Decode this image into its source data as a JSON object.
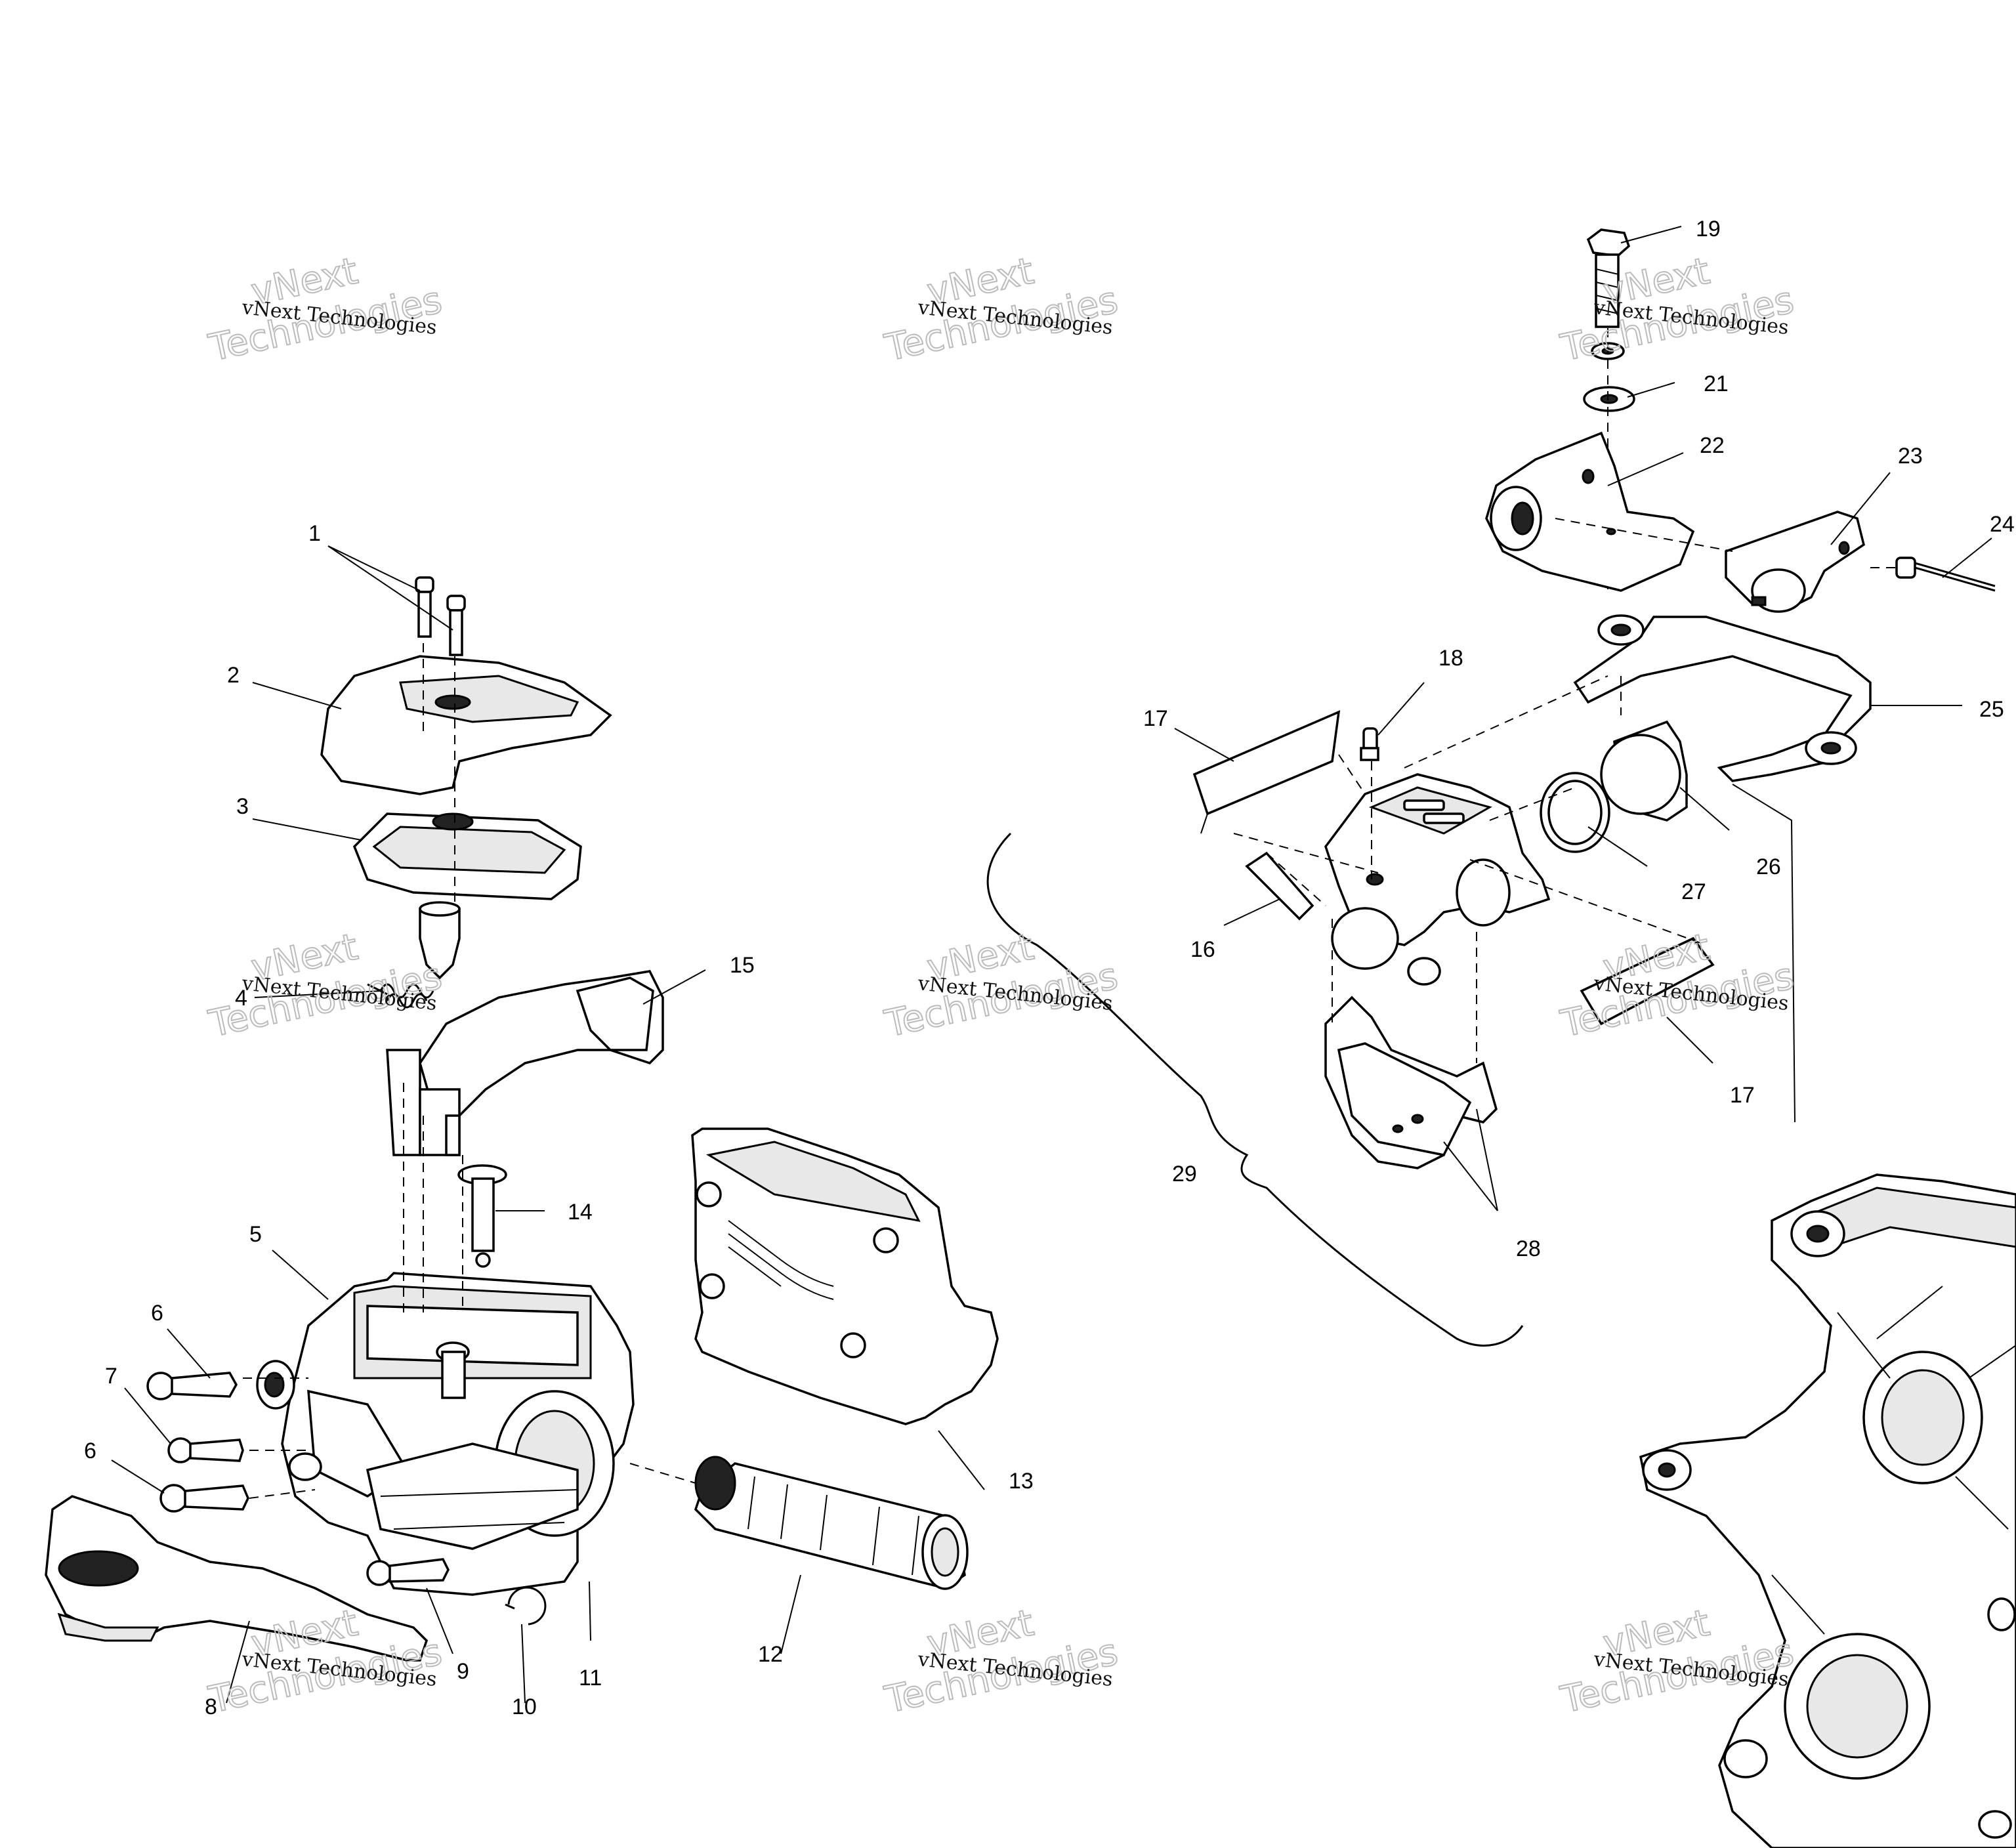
{
  "callouts": [
    {
      "id": "c1",
      "label": "1"
    },
    {
      "id": "c2",
      "label": "2"
    },
    {
      "id": "c3",
      "label": "3"
    },
    {
      "id": "c4",
      "label": "4"
    },
    {
      "id": "c5",
      "label": "5"
    },
    {
      "id": "c6a",
      "label": "6"
    },
    {
      "id": "c7",
      "label": "7"
    },
    {
      "id": "c6b",
      "label": "6"
    },
    {
      "id": "c8",
      "label": "8"
    },
    {
      "id": "c9",
      "label": "9"
    },
    {
      "id": "c10",
      "label": "10"
    },
    {
      "id": "c11",
      "label": "11"
    },
    {
      "id": "c12",
      "label": "12"
    },
    {
      "id": "c13",
      "label": "13"
    },
    {
      "id": "c14",
      "label": "14"
    },
    {
      "id": "c15",
      "label": "15"
    },
    {
      "id": "c16",
      "label": "16"
    },
    {
      "id": "c17a",
      "label": "17"
    },
    {
      "id": "c17b",
      "label": "17"
    },
    {
      "id": "c18",
      "label": "18"
    },
    {
      "id": "c19",
      "label": "19"
    },
    {
      "id": "c21",
      "label": "21"
    },
    {
      "id": "c22",
      "label": "22"
    },
    {
      "id": "c23",
      "label": "23"
    },
    {
      "id": "c24",
      "label": "24"
    },
    {
      "id": "c25",
      "label": "25"
    },
    {
      "id": "c26",
      "label": "26"
    },
    {
      "id": "c27",
      "label": "27"
    },
    {
      "id": "c28",
      "label": "28"
    },
    {
      "id": "c29",
      "label": "29"
    }
  ],
  "watermark": {
    "line1": "vNext",
    "line2": "vNext Technologies",
    "line3": "Technologies"
  }
}
